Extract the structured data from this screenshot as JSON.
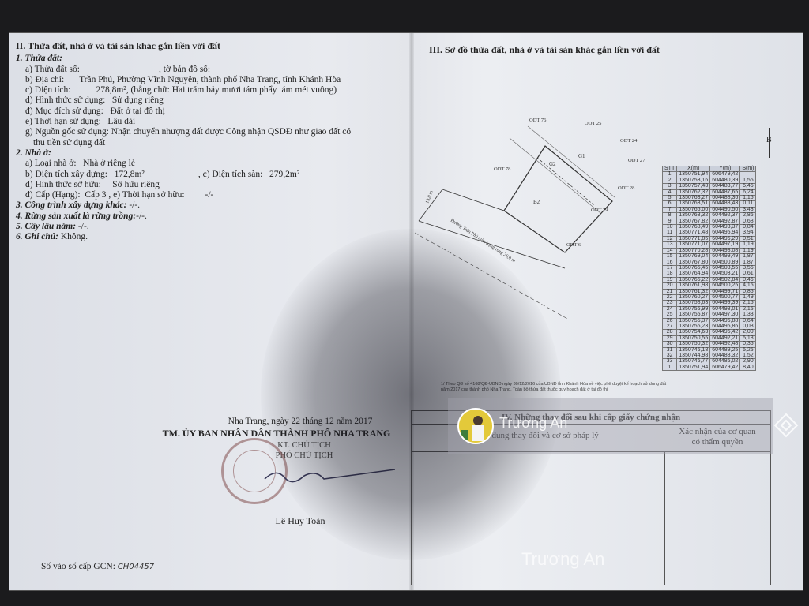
{
  "left": {
    "heading": "II. Thửa đất, nhà ở và tài sản khác gắn liền với đất",
    "s1_title": "1. Thửa đất:",
    "a_parcel": "a) Thửa đất số:",
    "a_map": ", tờ bản đồ số:",
    "b_address_label": "b) Địa chỉ:",
    "b_address": "Trần Phú, Phường Vĩnh Nguyên, thành phố Nha Trang, tỉnh Khánh Hòa",
    "c_area_label": "c) Diện tích:",
    "c_area": "278,8m², (bằng chữ: Hai trăm bảy mươi tám phẩy tám mét vuông)",
    "d_form_label": "d) Hình thức sử dụng:",
    "d_form": "Sử dụng riêng",
    "dd_purpose_label": "đ) Mục đích sử dụng:",
    "dd_purpose": "Đất ở tại đô thị",
    "e_term_label": "e) Thời hạn sử dụng:",
    "e_term": "Lâu dài",
    "g_origin_label": "g) Nguồn gốc sử dụng:",
    "g_origin_1": "Nhận chuyển nhượng đất được Công nhận QSDĐ như giao đất có",
    "g_origin_2": "thu tiền sử dụng đất",
    "s2_title": "2. Nhà ở:",
    "h_a_label": "a) Loại nhà ở:",
    "h_a": "Nhà ở riêng lẻ",
    "h_b_label": "b) Diện tích xây dựng:",
    "h_b": "172,8m²",
    "h_c_label": ", c) Diện tích sàn:",
    "h_c": "279,2m²",
    "h_d_label": "d) Hình thức sở hữu:",
    "h_d": "Sở hữu riêng",
    "h_dd_label": "đ) Cấp (Hạng):",
    "h_dd": "Cấp 3",
    "h_e_label": ", e) Thời hạn sở hữu:",
    "h_e": "-/-",
    "s3": "3. Công trình xây dựng khác:",
    "s3_val": "-/-.",
    "s4": "4. Rừng sản xuất là rừng trồng:",
    "s4_val": "-/-.",
    "s5": "5. Cây lâu năm:",
    "s5_val": "-/-.",
    "s6": "6. Ghi chú:",
    "s6_val": "Không."
  },
  "sign": {
    "date": "Nha Trang, ngày 22 tháng 12 năm 2017",
    "authority": "TM. ỦY BAN NHÂN DÂN THÀNH PHỐ NHA TRANG",
    "kt": "KT. CHỦ TỊCH",
    "role": "PHÓ CHỦ TỊCH",
    "name": "Lê Huy Toàn"
  },
  "reg": {
    "label": "Số vào sổ cấp GCN:",
    "value": "CH04457"
  },
  "right": {
    "heading": "III. Sơ đồ thửa đất, nhà ở và tài sản khác gắn liền với đất",
    "north": "B",
    "note": "1/ Theo QĐ số 4168/QĐ-UBND ngày 30/12/2016 của UBND tỉnh Khánh Hòa về việc phê duyệt kế hoạch sử dụng đất năm 2017 của thành phố Nha Trang. Toàn bộ thửa đất thuộc quy hoạch đất ở tại đô thị",
    "changes_header": "IV. Những thay đổi sau khi cấp giấy chứng nhận",
    "changes_col1": "Nội dung thay đổi và cơ sở pháp lý",
    "changes_col2a": "Xác nhận của cơ quan",
    "changes_col2b": "có thẩm quyền",
    "street": "Đường Trần Phú hiện trạng rộng 26,0 m",
    "length": "13,0 m",
    "odt_labels": [
      "ODT 76",
      "ODT 25",
      "ODT 24",
      "ODT 27",
      "ODT 28",
      "ODT 29",
      "ODT 78",
      "ODT 6"
    ],
    "labels_inner": [
      "G2",
      "G1",
      "B2"
    ]
  },
  "coords": {
    "headers": [
      "STT",
      "X(m)",
      "Y(m)",
      "S(m)"
    ],
    "rows": [
      [
        "1",
        "1350751,94",
        "606479,42",
        ""
      ],
      [
        "2",
        "1350753,16",
        "604480,39",
        "1,56"
      ],
      [
        "3",
        "1350757,43",
        "604483,77",
        "5,45"
      ],
      [
        "4",
        "1350762,32",
        "604487,65",
        "6,24"
      ],
      [
        "5",
        "1350763,27",
        "604488,36",
        "1,15"
      ],
      [
        "6",
        "1350763,51",
        "604488,43",
        "0,11"
      ],
      [
        "7",
        "1350766,00",
        "604490,50",
        "3,43"
      ],
      [
        "8",
        "1350768,32",
        "604492,37",
        "2,86"
      ],
      [
        "9",
        "1350767,82",
        "604492,87",
        "0,68"
      ],
      [
        "10",
        "1350768,49",
        "604493,37",
        "0,84"
      ],
      [
        "11",
        "1350771,48",
        "604495,94",
        "3,94"
      ],
      [
        "12",
        "1350771,85",
        "604496,29",
        "0,51"
      ],
      [
        "13",
        "1350771,07",
        "604497,19",
        "1,19"
      ],
      [
        "14",
        "1350770,28",
        "604498,08",
        "1,19"
      ],
      [
        "15",
        "1350769,04",
        "604499,49",
        "1,87"
      ],
      [
        "16",
        "1350767,80",
        "604500,89",
        "1,87"
      ],
      [
        "17",
        "1350765,45",
        "604503,55",
        "3,55"
      ],
      [
        "18",
        "1350764,94",
        "604503,21",
        "0,61"
      ],
      [
        "19",
        "1350765,22",
        "604502,84",
        "0,46"
      ],
      [
        "20",
        "1350761,98",
        "604500,25",
        "4,15"
      ],
      [
        "21",
        "1350761,32",
        "604499,71",
        "0,85"
      ],
      [
        "22",
        "1350760,27",
        "604500,77",
        "1,49"
      ],
      [
        "23",
        "1350758,63",
        "604499,39",
        "2,15"
      ],
      [
        "24",
        "1350756,99",
        "604498,01",
        "2,15"
      ],
      [
        "25",
        "1350755,87",
        "604497,30",
        "1,33"
      ],
      [
        "26",
        "1350755,37",
        "604496,88",
        "0,64"
      ],
      [
        "27",
        "1350756,23",
        "604496,86",
        "0,03"
      ],
      [
        "28",
        "1350754,63",
        "604495,42",
        "2,00"
      ],
      [
        "29",
        "1350750,55",
        "604492,21",
        "5,18"
      ],
      [
        "30",
        "1350750,32",
        "604492,48",
        "0,35"
      ],
      [
        "31",
        "1350746,18",
        "604489,25",
        "5,25"
      ],
      [
        "32",
        "1350744,98",
        "604488,32",
        "1,52"
      ],
      [
        "33",
        "1350746,77",
        "604486,02",
        "2,90"
      ],
      [
        "1",
        "1350751,94",
        "606479,42",
        "8,40"
      ]
    ]
  },
  "watermark": {
    "name": "Trương An"
  }
}
